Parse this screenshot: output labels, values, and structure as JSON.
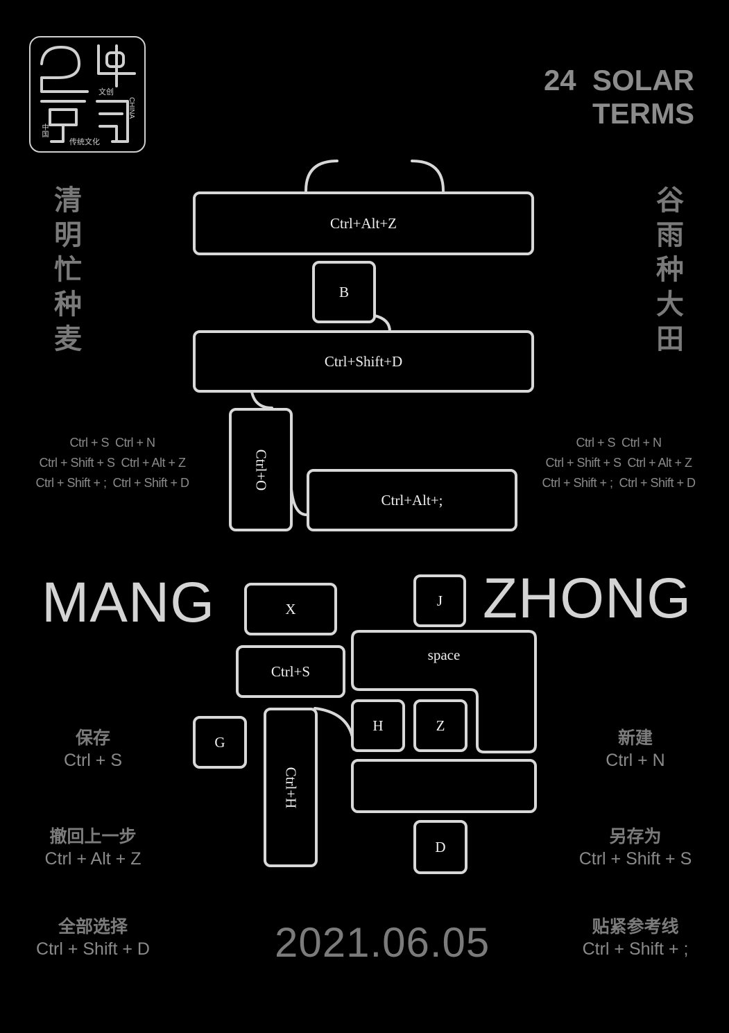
{
  "logo": {
    "number": "24",
    "small_top": "文创",
    "small_side": "CHINA",
    "small_left": "中国",
    "small_bottom": "传统文化"
  },
  "header": {
    "title_line1": "24  SOLAR",
    "title_line2": "TERMS"
  },
  "verses": {
    "left": "清明忙种麦",
    "right": "谷雨种大田"
  },
  "shortcut_lists": {
    "left": [
      "Ctrl + S  Ctrl + N",
      "Ctrl + Shift + S  Ctrl + Alt + Z",
      "Ctrl + Shift + ;  Ctrl + Shift + D"
    ],
    "right": [
      "Ctrl + S  Ctrl + N",
      "Ctrl + Shift + S  Ctrl + Alt + Z",
      "Ctrl + Shift + ;  Ctrl + Shift + D"
    ]
  },
  "keys": {
    "ctrl_alt_z": "Ctrl+Alt+Z",
    "b": "B",
    "ctrl_shift_d": "Ctrl+Shift+D",
    "ctrl_o": "Ctrl+O",
    "ctrl_alt_semicolon": "Ctrl+Alt+;",
    "x": "X",
    "j": "J",
    "ctrl_s": "Ctrl+S",
    "space": "space",
    "g": "G",
    "ctrl_h": "Ctrl+H",
    "h": "H",
    "z": "Z",
    "blank": "",
    "d": "D"
  },
  "words": {
    "left": "MANG",
    "right": "ZHONG"
  },
  "legend": {
    "save": {
      "cn": "保存",
      "en": "Ctrl + S"
    },
    "new": {
      "cn": "新建",
      "en": "Ctrl + N"
    },
    "undo": {
      "cn": "撤回上一步",
      "en": "Ctrl + Alt + Z"
    },
    "save_as": {
      "cn": "另存为",
      "en": "Ctrl + Shift + S"
    },
    "select_all": {
      "cn": "全部选择",
      "en": "Ctrl + Shift + D"
    },
    "snap_guides": {
      "cn": "贴紧参考线",
      "en": "Ctrl + Shift + ;"
    }
  },
  "date": "2021.06.05",
  "colors": {
    "background": "#000000",
    "key_outline": "#d8d8d8",
    "text_gray": "#8a8a8a"
  }
}
